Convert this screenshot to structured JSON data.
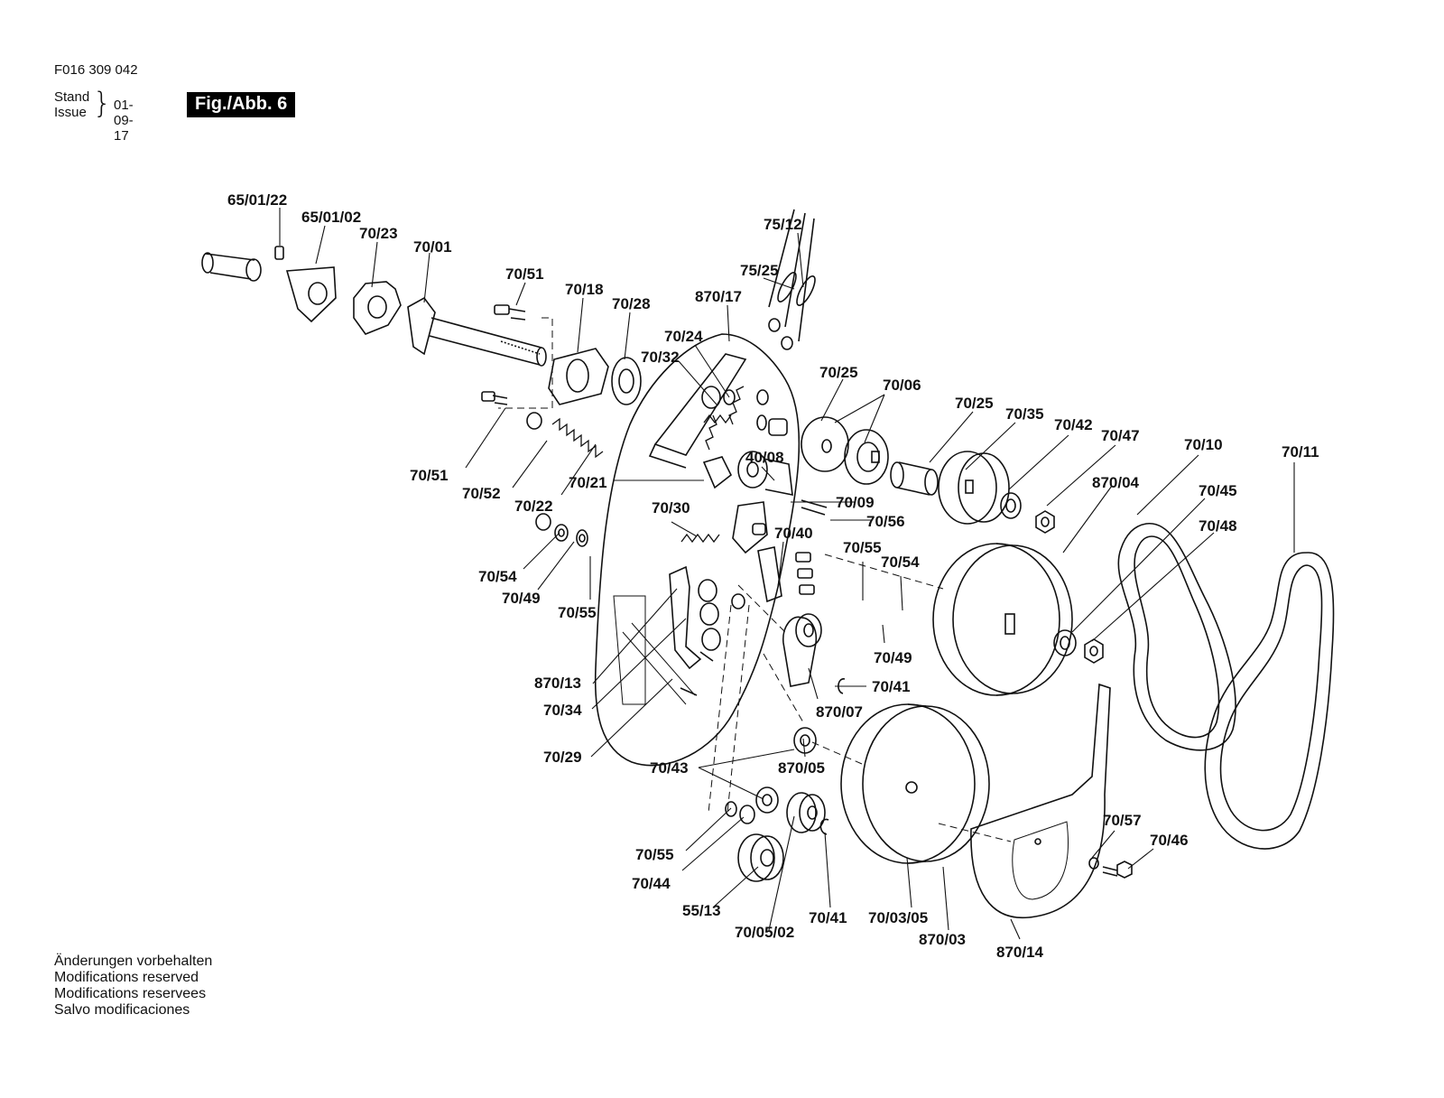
{
  "header": {
    "doc_code": "F016 309 042",
    "stand_label": "Stand",
    "issue_label": "Issue",
    "issue_date": "01-09-17",
    "figure_label": "Fig./Abb. 6"
  },
  "part_labels": [
    "65/01/22",
    "65/01/02",
    "70/23",
    "70/01",
    "70/51",
    "70/18",
    "70/28",
    "75/12",
    "75/25",
    "870/17",
    "70/24",
    "70/32",
    "70/25",
    "70/06",
    "70/25",
    "70/35",
    "70/42",
    "70/47",
    "70/10",
    "70/11",
    "870/04",
    "70/45",
    "70/48",
    "70/51",
    "70/52",
    "70/22",
    "70/21",
    "40/08",
    "70/09",
    "70/56",
    "70/30",
    "70/40",
    "70/55",
    "70/54",
    "70/54",
    "70/49",
    "70/55",
    "70/49",
    "870/13",
    "70/34",
    "70/41",
    "870/07",
    "70/29",
    "70/43",
    "870/05",
    "70/55",
    "70/44",
    "55/13",
    "70/05/02",
    "70/41",
    "70/03/05",
    "870/03",
    "870/14",
    "70/57",
    "70/46"
  ],
  "footer_notes": [
    "Änderungen vorbehalten",
    "Modifications reserved",
    "Modifications reservees",
    "Salvo modificaciones"
  ]
}
